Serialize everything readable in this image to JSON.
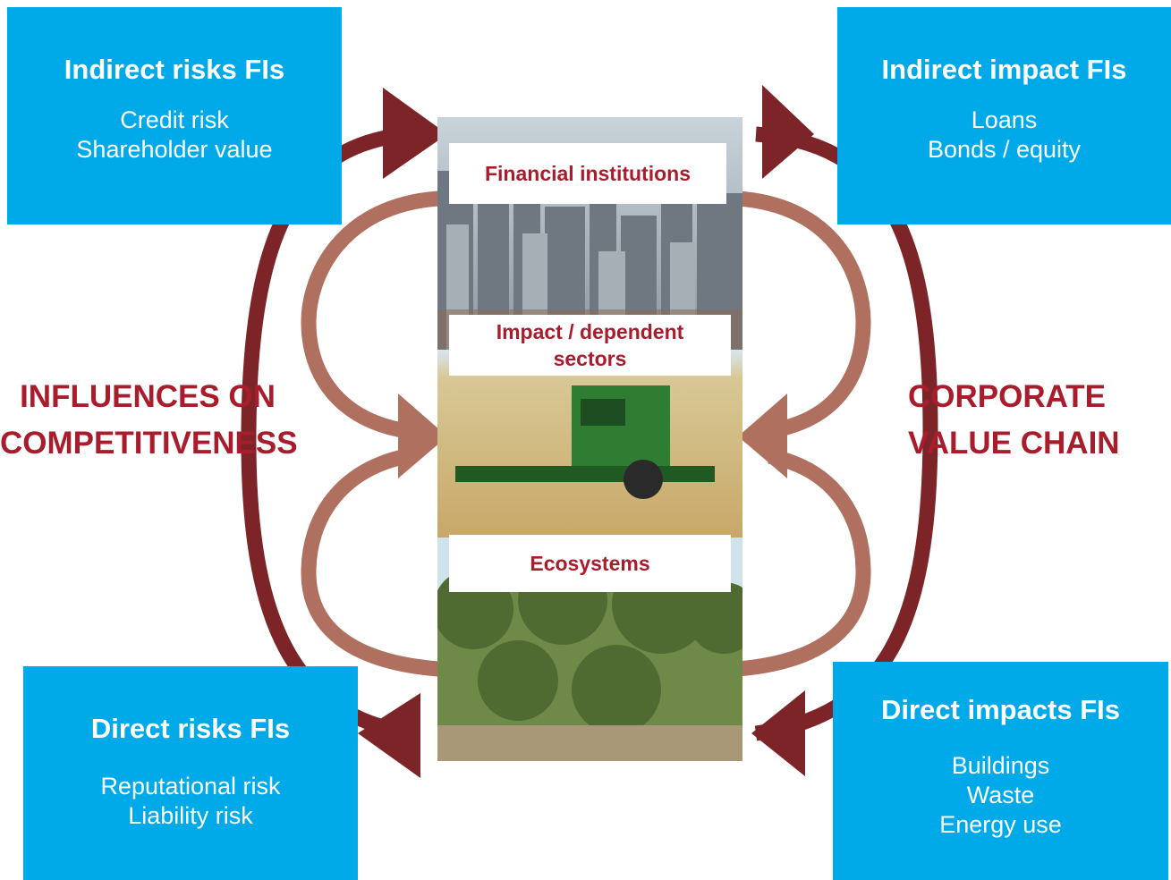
{
  "colors": {
    "box": "#00a9e8",
    "outer_arrow": "#7c2428",
    "inner_arrow": "#b07060",
    "accent_text": "#a91c2c"
  },
  "boxes": {
    "top_left": {
      "title": "Indirect risks FIs",
      "lines": [
        "Credit risk",
        "Shareholder value"
      ]
    },
    "top_right": {
      "title": "Indirect impact FIs",
      "lines": [
        "Loans",
        "Bonds / equity"
      ]
    },
    "bottom_left": {
      "title": "Direct risks FIs",
      "lines": [
        "Reputational risk",
        "Liability risk"
      ]
    },
    "bottom_right": {
      "title": "Direct impacts FIs",
      "lines": [
        "Buildings",
        "Waste",
        "Energy use"
      ]
    }
  },
  "side_labels": {
    "left": [
      "INFLUENCES ON",
      "COMPETITIVENESS"
    ],
    "right": [
      "CORPORATE",
      "VALUE CHAIN"
    ]
  },
  "center": {
    "financial": "Financial institutions",
    "sectors": [
      "Impact / dependent",
      "sectors"
    ],
    "ecosystems": "Ecosystems"
  }
}
